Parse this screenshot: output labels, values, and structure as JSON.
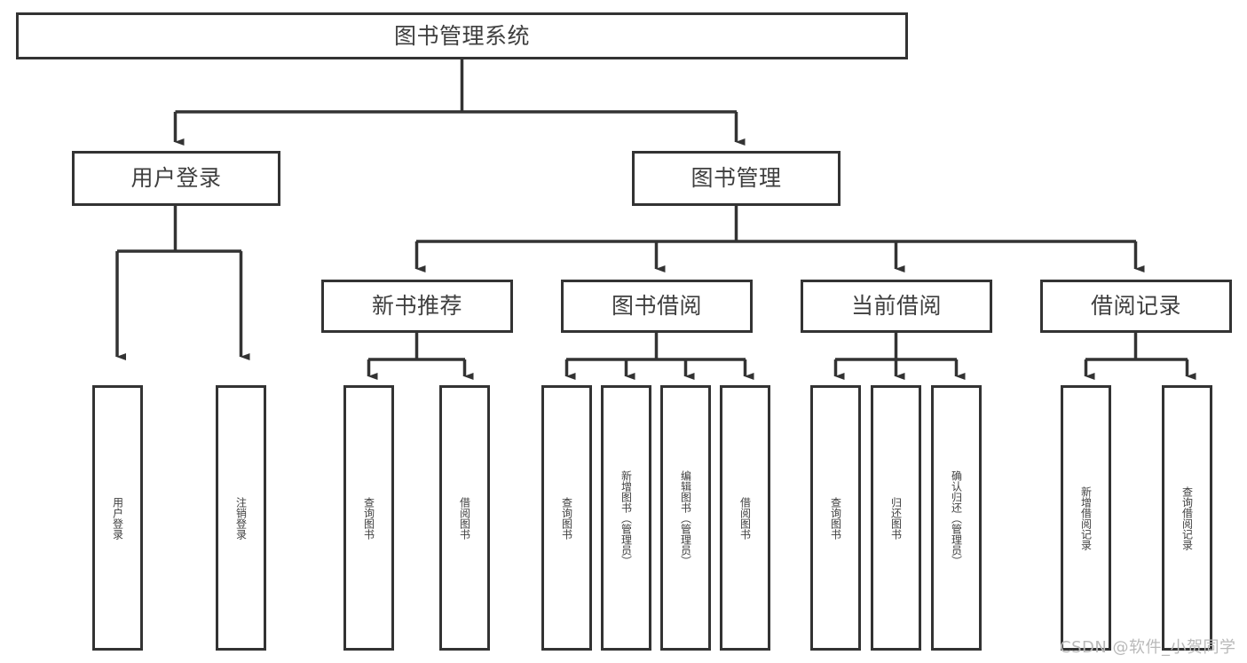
{
  "diagram": {
    "type": "tree",
    "title": "图书管理系统",
    "orientation": "top-down",
    "colors": {
      "box_border": "#333333",
      "box_fill": "#ffffff",
      "connector": "#333333",
      "text": "#3f3f3f",
      "watermark": "#b9b9b9",
      "background": "#ffffff"
    },
    "root": {
      "id": "root",
      "label": "图书管理系统"
    },
    "level2": [
      {
        "id": "user-login",
        "label": "用户登录"
      },
      {
        "id": "book-manage",
        "label": "图书管理"
      }
    ],
    "level3": [
      {
        "id": "new-book-rec",
        "label": "新书推荐",
        "parent": "book-manage"
      },
      {
        "id": "book-borrow",
        "label": "图书借阅",
        "parent": "book-manage"
      },
      {
        "id": "current-borrow",
        "label": "当前借阅",
        "parent": "book-manage"
      },
      {
        "id": "borrow-record",
        "label": "借阅记录",
        "parent": "book-manage"
      }
    ],
    "leaves": [
      {
        "id": "leaf-user-login",
        "label": "用户登录",
        "parent": "user-login"
      },
      {
        "id": "leaf-logout",
        "label": "注销登录",
        "parent": "user-login"
      },
      {
        "id": "leaf-query-book-1",
        "label": "查询图书",
        "parent": "new-book-rec"
      },
      {
        "id": "leaf-borrow-book-1",
        "label": "借阅图书",
        "parent": "new-book-rec"
      },
      {
        "id": "leaf-query-book-2",
        "label": "查询图书",
        "parent": "book-borrow"
      },
      {
        "id": "leaf-add-book",
        "label": "新增图书（管理员）",
        "parent": "book-borrow"
      },
      {
        "id": "leaf-edit-book",
        "label": "编辑图书（管理员）",
        "parent": "book-borrow"
      },
      {
        "id": "leaf-borrow-book-2",
        "label": "借阅图书",
        "parent": "book-borrow"
      },
      {
        "id": "leaf-query-book-3",
        "label": "查询图书",
        "parent": "current-borrow"
      },
      {
        "id": "leaf-return-book",
        "label": "归还图书",
        "parent": "current-borrow"
      },
      {
        "id": "leaf-confirm-return",
        "label": "确认归还（管理员）",
        "parent": "current-borrow"
      },
      {
        "id": "leaf-add-record",
        "label": "新增借阅记录",
        "parent": "borrow-record"
      },
      {
        "id": "leaf-query-record",
        "label": "查询借阅记录",
        "parent": "borrow-record"
      }
    ]
  },
  "watermark": {
    "text": "CSDN @软件_小贺同学"
  }
}
